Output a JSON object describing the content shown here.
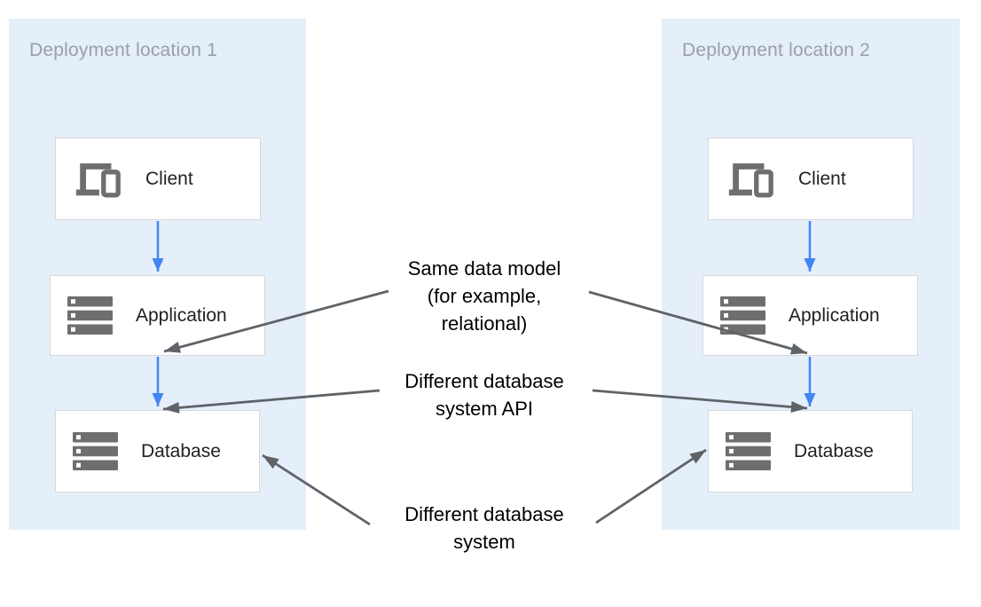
{
  "colors": {
    "panel_background": "#e4eff9",
    "node_background": "#ffffff",
    "node_border": "#d8d8d8",
    "icon_gray": "#6e6e6e",
    "flow_arrow_blue": "#4285f4",
    "annotation_arrow_gray": "#5f6368",
    "panel_title_text": "#9aa0a6",
    "node_label_text": "#212121",
    "annotation_text": "#000000"
  },
  "panels": [
    {
      "title": "Deployment location 1",
      "boxes": [
        {
          "label": "Client",
          "icon": "devices-icon"
        },
        {
          "label": "Application",
          "icon": "server-stack-icon"
        },
        {
          "label": "Database",
          "icon": "server-stack-icon"
        }
      ]
    },
    {
      "title": "Deployment location 2",
      "boxes": [
        {
          "label": "Client",
          "icon": "devices-icon"
        },
        {
          "label": "Application",
          "icon": "server-stack-icon"
        },
        {
          "label": "Database",
          "icon": "server-stack-icon"
        }
      ]
    }
  ],
  "annotations": [
    {
      "id": "same-data-model",
      "lines": [
        "Same data model",
        "(for example,",
        "relational)"
      ]
    },
    {
      "id": "different-database-system-api",
      "lines": [
        "Different database",
        "system API"
      ]
    },
    {
      "id": "different-database-system",
      "lines": [
        "Different database",
        "system"
      ]
    }
  ]
}
